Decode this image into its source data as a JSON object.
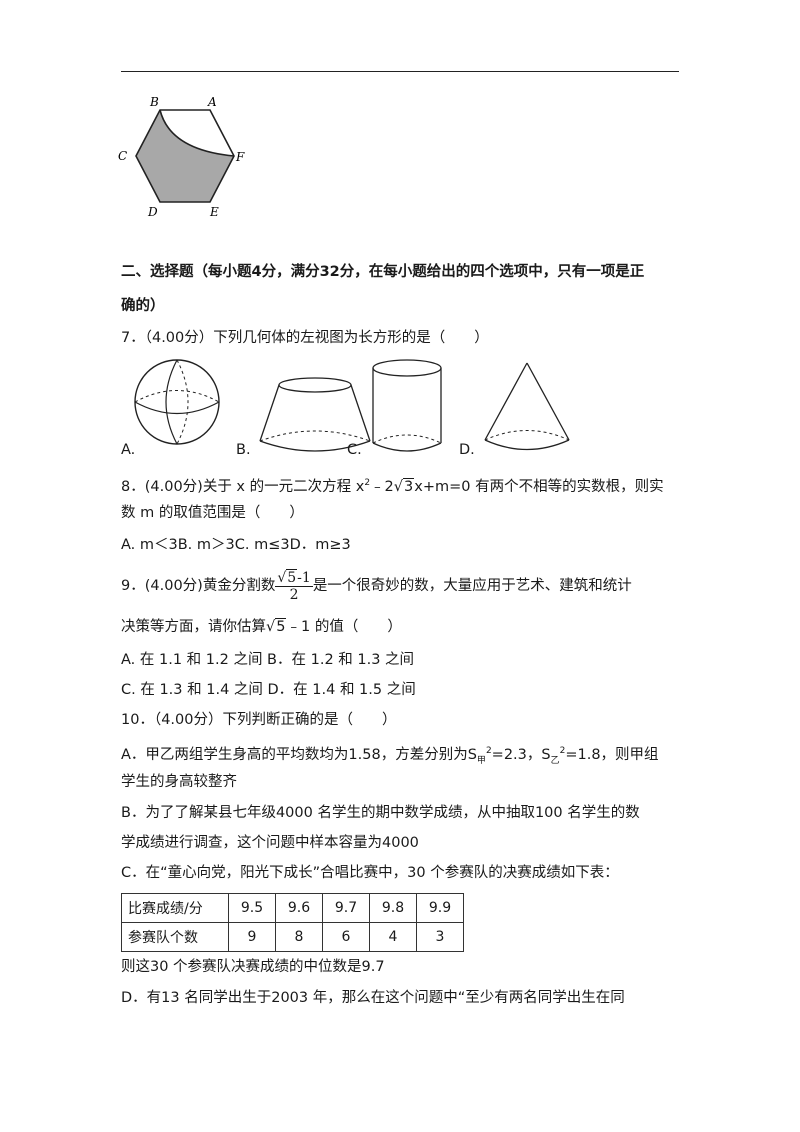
{
  "figure_hexagon": {
    "labels": {
      "A": "A",
      "B": "B",
      "C": "C",
      "D": "D",
      "E": "E",
      "F": "F"
    }
  },
  "section2": {
    "title_line1": "二、选择题（每小题4分，满分32分，在每小题给出的四个选项中，只有一项是正",
    "title_line2": "确的）"
  },
  "q7": {
    "stem": "7．（4.00分）下列几何体的左视图为长方形的是（　　）",
    "options": {
      "A": "A.",
      "B": "B.",
      "C": "C.",
      "D": "D."
    }
  },
  "q8": {
    "part1": "8．(4.00分)关于 x 的一元二次方程 x",
    "sup": "2",
    "part2": "﹣2",
    "radicand": "3",
    "part3": "x+m=0 有两个不相等的实数根，则实",
    "line2": "数 m 的取值范围是（　　）",
    "options": "A. m＜3B. m＞3C. m≤3D．m≥3"
  },
  "q9": {
    "part1": "9．(4.00分)黄金分割数",
    "frac_num_radicand": "5",
    "frac_num_rest": "-1",
    "frac_den": "2",
    "part2": "是一个很奇妙的数，大量应用于艺术、建筑和统计",
    "line2_part1": "决策等方面，请你估算",
    "line2_radicand": "5",
    "line2_part2": "﹣1 的值（　　）",
    "option_AB": "A. 在 1.1 和 1.2 之间 B．在 1.2 和 1.3 之间",
    "option_CD": "C. 在 1.3 和 1.4 之间 D．在 1.4 和 1.5 之间"
  },
  "q10": {
    "stem": "10．（4.00分）下列判断正确的是（　　）",
    "A_part1": "A．甲乙两组学生身高的平均数均为1.58，方差分别为S",
    "A_sub1": "甲",
    "A_sup1": "2",
    "A_part2": "=2.3，S",
    "A_sub2": "乙",
    "A_sup2": "2",
    "A_part3": "=1.8，则甲组",
    "A_line2": "学生的身高较整齐",
    "B_line1": "B．为了了解某县七年级4000 名学生的期中数学成绩，从中抽取100 名学生的数",
    "B_line2": "学成绩进行调查，这个问题中样本容量为4000",
    "C_line1": "C．在“童心向党，阳光下成长”合唱比赛中，30 个参赛队的决赛成绩如下表：",
    "table": {
      "row1_label": "比赛成绩/分",
      "row1_values": [
        "9.5",
        "9.6",
        "9.7",
        "9.8",
        "9.9"
      ],
      "row2_label": "参赛队个数",
      "row2_values": [
        "9",
        "8",
        "6",
        "4",
        "3"
      ]
    },
    "C_line2": "则这30 个参赛队决赛成绩的中位数是9.7",
    "D_line1": "D．有13 名同学出生于2003 年，那么在这个问题中“至少有两名同学出生在同"
  }
}
